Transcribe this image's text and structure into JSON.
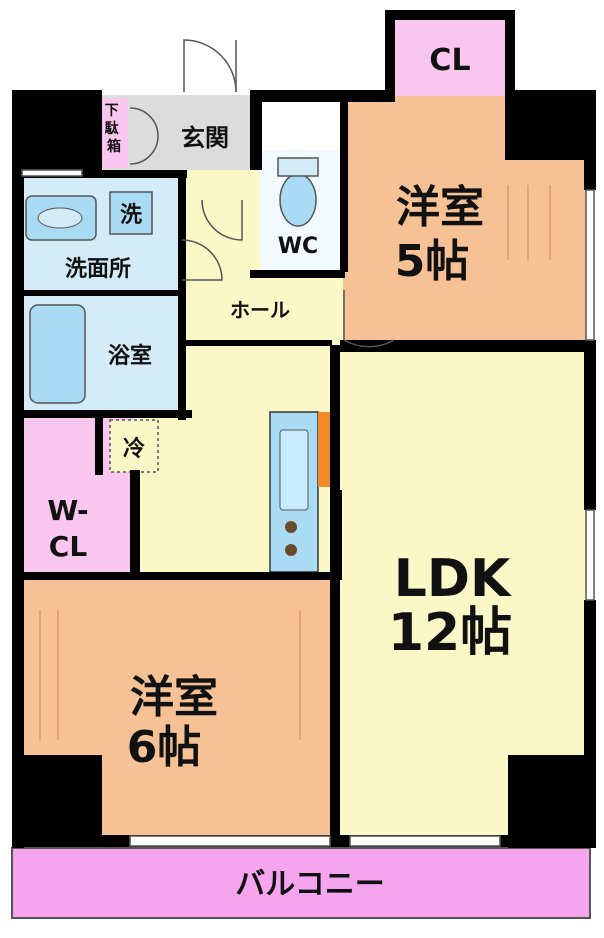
{
  "rooms": {
    "western_5": {
      "name": "洋室",
      "size": "5帖"
    },
    "western_6": {
      "name": "洋室",
      "size": "6帖"
    },
    "ldk": {
      "name": "LDK",
      "size": "12帖"
    },
    "entrance": {
      "name": "玄関"
    },
    "shoe_box": {
      "name": "下駄箱"
    },
    "washroom": {
      "name": "洗面所"
    },
    "laundry": {
      "name": "洗"
    },
    "bathroom": {
      "name": "浴室"
    },
    "toilet": {
      "name": "WC"
    },
    "hall": {
      "name": "ホール"
    },
    "fridge": {
      "name": "冷"
    },
    "walk_in_closet": {
      "line1": "W-",
      "line2": "CL"
    },
    "closet": {
      "name": "CL"
    },
    "balcony": {
      "name": "バルコニー"
    }
  },
  "colors": {
    "wall": "#000000",
    "wood_floor": "#f6c194",
    "ldk_floor": "#fbf8c8",
    "storage": "#f9c6f0",
    "balcony": "#f5a5ee",
    "wet_area": "#d4ecf8",
    "fixture": "#a9dcf4",
    "entrance_floor": "#dcdcdc",
    "kitchen_accent": "#f08a2a"
  }
}
